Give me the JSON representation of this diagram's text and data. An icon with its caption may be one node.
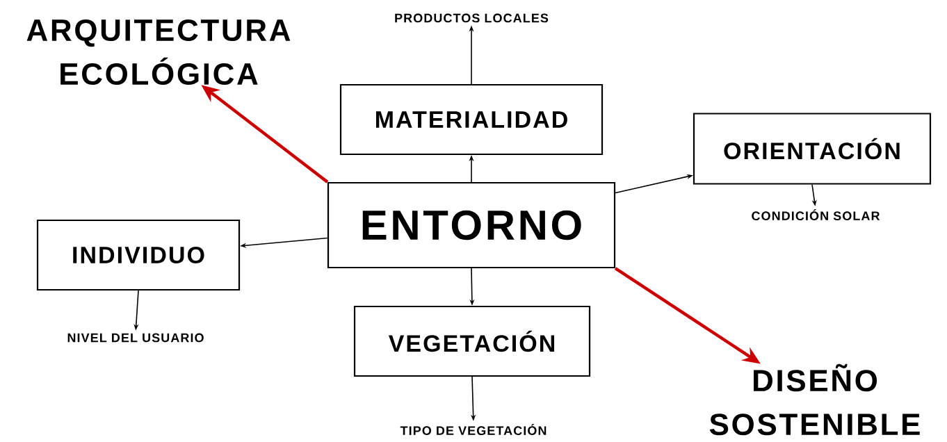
{
  "diagram": {
    "nodes": [
      {
        "text": [
          "ENTORNO"
        ]
      },
      {
        "text": [
          "MATERIALIDAD"
        ]
      },
      {
        "text": [
          "ORIENTACIÓN"
        ]
      },
      {
        "text": [
          "INDIVIDUO"
        ]
      },
      {
        "text": [
          "VEGETACIÓN"
        ]
      },
      {
        "text": [
          "ARQUITECTURA ECOLÓGICA"
        ]
      },
      {
        "text": [
          "DISEÑO SOSTENIBLE"
        ]
      },
      {
        "text": [
          "PRODUCTOS LOCALES"
        ]
      },
      {
        "text": [
          "CONDICIÓN SOLAR"
        ]
      },
      {
        "text": [
          "NIVEL DEL USUARIO"
        ]
      },
      {
        "text": [
          "TIPO DE VEGETACIÓN"
        ]
      }
    ],
    "edges": [
      {
        "from": 0,
        "to": 1,
        "arrow": "to"
      },
      {
        "from": 0,
        "to": 2,
        "arrow": "to"
      },
      {
        "from": 0,
        "to": 3,
        "arrow": "to"
      },
      {
        "from": 0,
        "to": 4,
        "arrow": "to"
      },
      {
        "from": 0,
        "to": 5,
        "arrow": "to",
        "style": "thick",
        "color": "#cc0000"
      },
      {
        "from": 0,
        "to": 6,
        "arrow": "to",
        "style": "thick",
        "color": "#cc0000"
      },
      {
        "from": 1,
        "to": 7,
        "arrow": "to"
      },
      {
        "from": 2,
        "to": 8,
        "arrow": "to"
      },
      {
        "from": 3,
        "to": 9,
        "arrow": "to"
      },
      {
        "from": 4,
        "to": 10,
        "arrow": "to"
      }
    ]
  }
}
